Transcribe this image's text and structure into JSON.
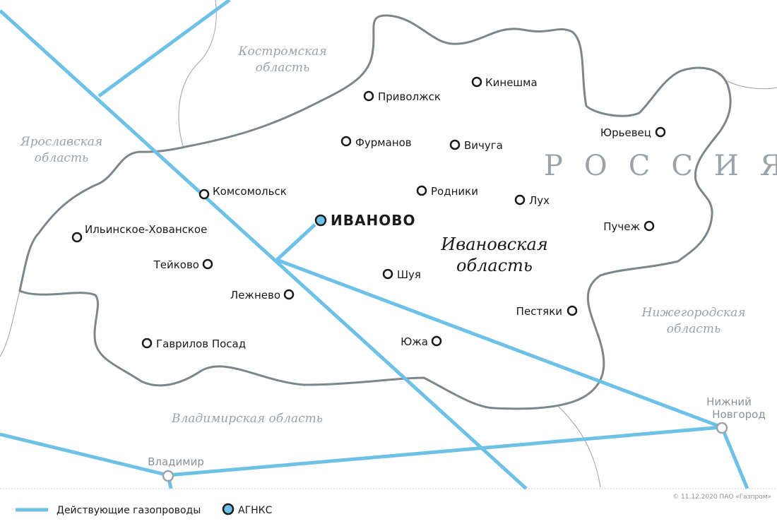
{
  "country": "РОССИЯ",
  "main_region": {
    "line1": "Ивановская",
    "line2": "область"
  },
  "regions": {
    "kostroma": {
      "line1": "Костромская",
      "line2": "область"
    },
    "yaroslavl": {
      "line1": "Ярославская",
      "line2": "область"
    },
    "nizhny": {
      "line1": "Нижегородская",
      "line2": "область"
    },
    "vladimir": "Владимирская область"
  },
  "capital": "ИВАНОВО",
  "cities": {
    "kineshma": "Кинешма",
    "privolzhsk": "Приволжск",
    "furmanov": "Фурманов",
    "vichuga": "Вичуга",
    "yurievets": "Юрьевец",
    "komsomolsk": "Комсомольск",
    "rodniki": "Родники",
    "lukh": "Лух",
    "puchezh": "Пучеж",
    "ilinskoe": "Ильинское-Хованское",
    "teikovo": "Тейково",
    "shuya": "Шуя",
    "lezhnevo": "Лежнево",
    "pestyaki": "Пестяки",
    "gavrilov_posad": "Гаврилов Посад",
    "yuzha": "Южа"
  },
  "external_cities": {
    "nizhny_novgorod": {
      "line1": "Нижний",
      "line2": "Новгород"
    },
    "vladimir": "Владимир"
  },
  "legend": {
    "pipelines": "Действующие газопроводы",
    "agnks": "АГНКС"
  },
  "copyright": "© 11.12.2020 ПАО «Газпром»",
  "colors": {
    "pipeline": "#6ec1e6",
    "region_border": "#7c868d",
    "neighbor_border": "#9aa3a9",
    "agnks_fill": "#6ec1e6",
    "city_marker": "#1a1a1a"
  },
  "icons": [
    "city-marker-icon",
    "agnks-marker-icon",
    "pipeline-line-icon"
  ]
}
